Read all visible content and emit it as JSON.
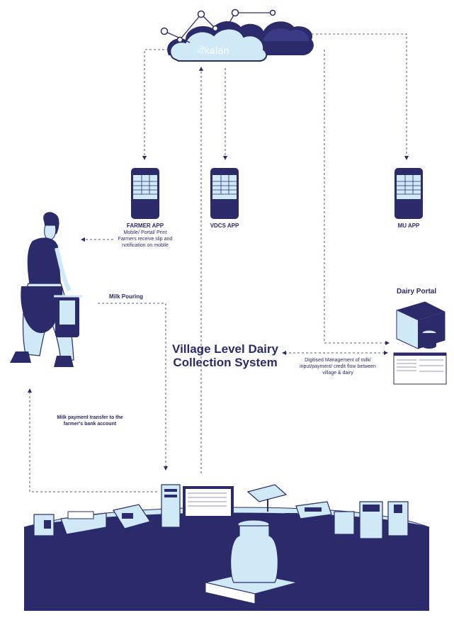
{
  "cloud": {
    "brand": "ঐkalan"
  },
  "apps": {
    "farmer": {
      "title": "FARMER APP",
      "caption": [
        "Mobile/ Portal/ Print",
        "Farmers receive slip and",
        "notification on mobile"
      ]
    },
    "vdcs": {
      "title": "VDCS APP"
    },
    "mu": {
      "title": "MU APP"
    }
  },
  "flows": {
    "milk_pouring": "Milk Pouring",
    "payment": [
      "Milk payment transfer to the",
      "farmer's bank account"
    ],
    "digitised": [
      "Digitised Management of milk/",
      "input/payment/ credit flow between",
      "village & dairy"
    ]
  },
  "center_title": [
    "Village Level Dairy",
    "Collection System"
  ],
  "dairy_portal": {
    "title": "Dairy Portal"
  },
  "colors": {
    "navy": "#2b2a6b",
    "light": "#cfe9f7",
    "white": "#ffffff"
  }
}
